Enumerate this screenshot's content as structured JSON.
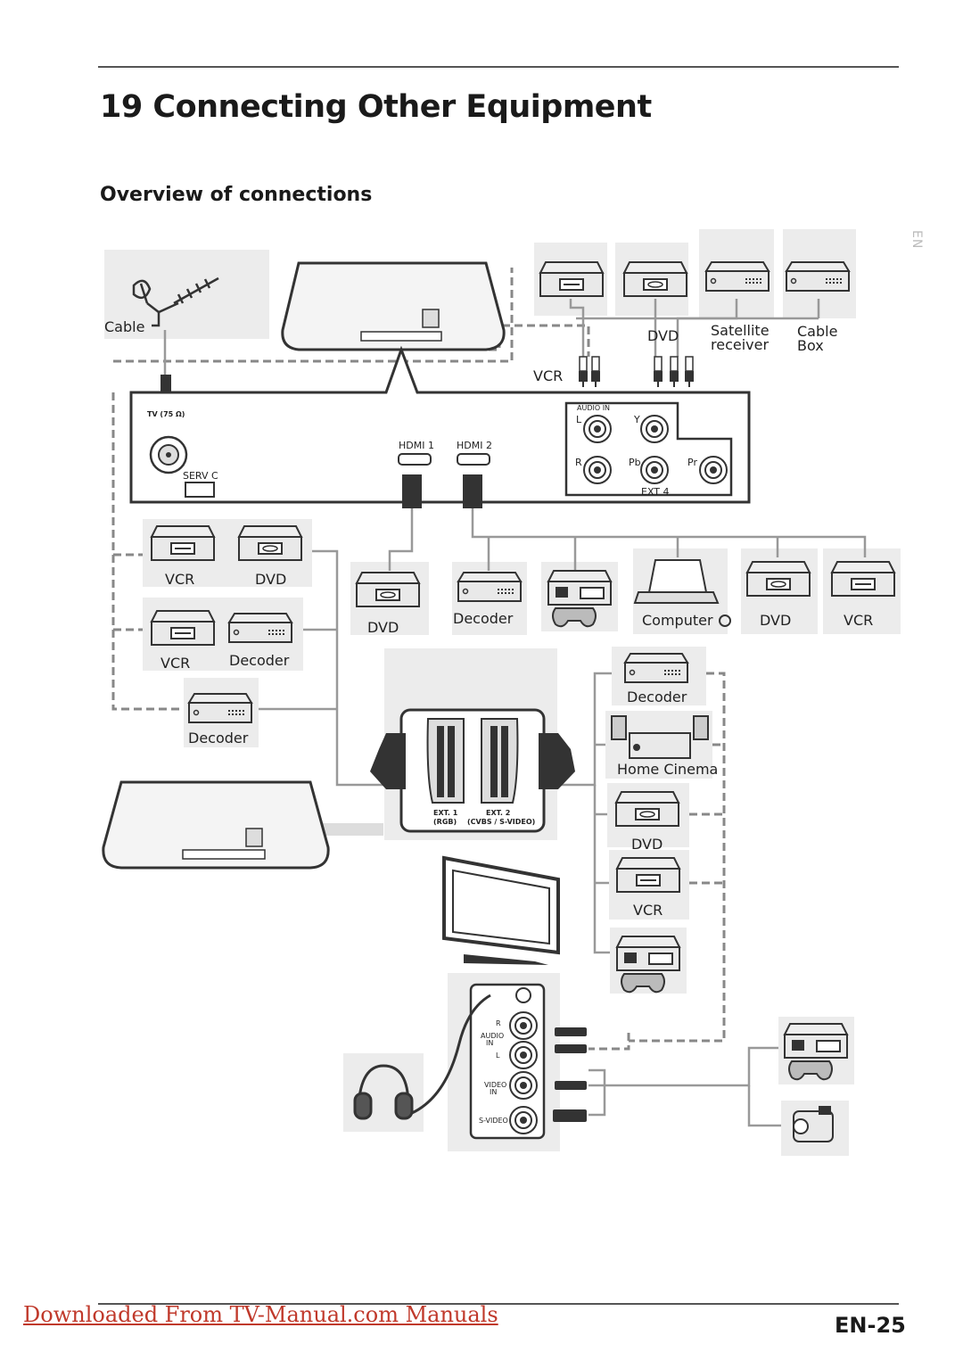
{
  "page": {
    "title": "19 Connecting Other Equipment",
    "subtitle": "Overview of connections",
    "side_tag": "EN",
    "download_link": "Downloaded From TV-Manual.com Manuals",
    "page_number": "EN-25"
  },
  "diagram": {
    "antenna": {
      "label": "Cable"
    },
    "top_devices": {
      "dvd": "DVD",
      "vcr": "VCR",
      "satellite_1": "Satellite",
      "satellite_2": "receiver",
      "cable_1": "Cable",
      "cable_2": "Box"
    },
    "tv_panel": {
      "tv_input": "TV (75 Ω)",
      "serv_c": "SERV C",
      "hdmi1": "HDMI 1",
      "hdmi2": "HDMI 2",
      "audio_in": "AUDIO IN",
      "l": "L",
      "r": "R",
      "y": "Y",
      "pb": "Pb",
      "pr": "Pr",
      "ext4": "EXT 4"
    },
    "left_devices": {
      "vcr1": "VCR",
      "dvd1": "DVD",
      "vcr2": "VCR",
      "decoder1": "Decoder",
      "decoder2": "Decoder"
    },
    "hdmi_devices": {
      "dvd": "DVD",
      "decoder": "Decoder",
      "computer": "Computer",
      "dvd2": "DVD",
      "vcr": "VCR"
    },
    "scart": {
      "ext1": "EXT. 1",
      "ext1_sub": "(RGB)",
      "ext2": "EXT. 2",
      "ext2_sub": "(CVBS / S-VIDEO)"
    },
    "scart_devices": {
      "decoder": "Decoder",
      "home_cinema": "Home Cinema",
      "dvd": "DVD",
      "vcr": "VCR"
    },
    "side_panel": {
      "r": "R",
      "audio": "AUDIO",
      "in": "IN",
      "l": "L",
      "video": "VIDEO",
      "video_in": "IN",
      "svideo": "S-VIDEO"
    }
  }
}
